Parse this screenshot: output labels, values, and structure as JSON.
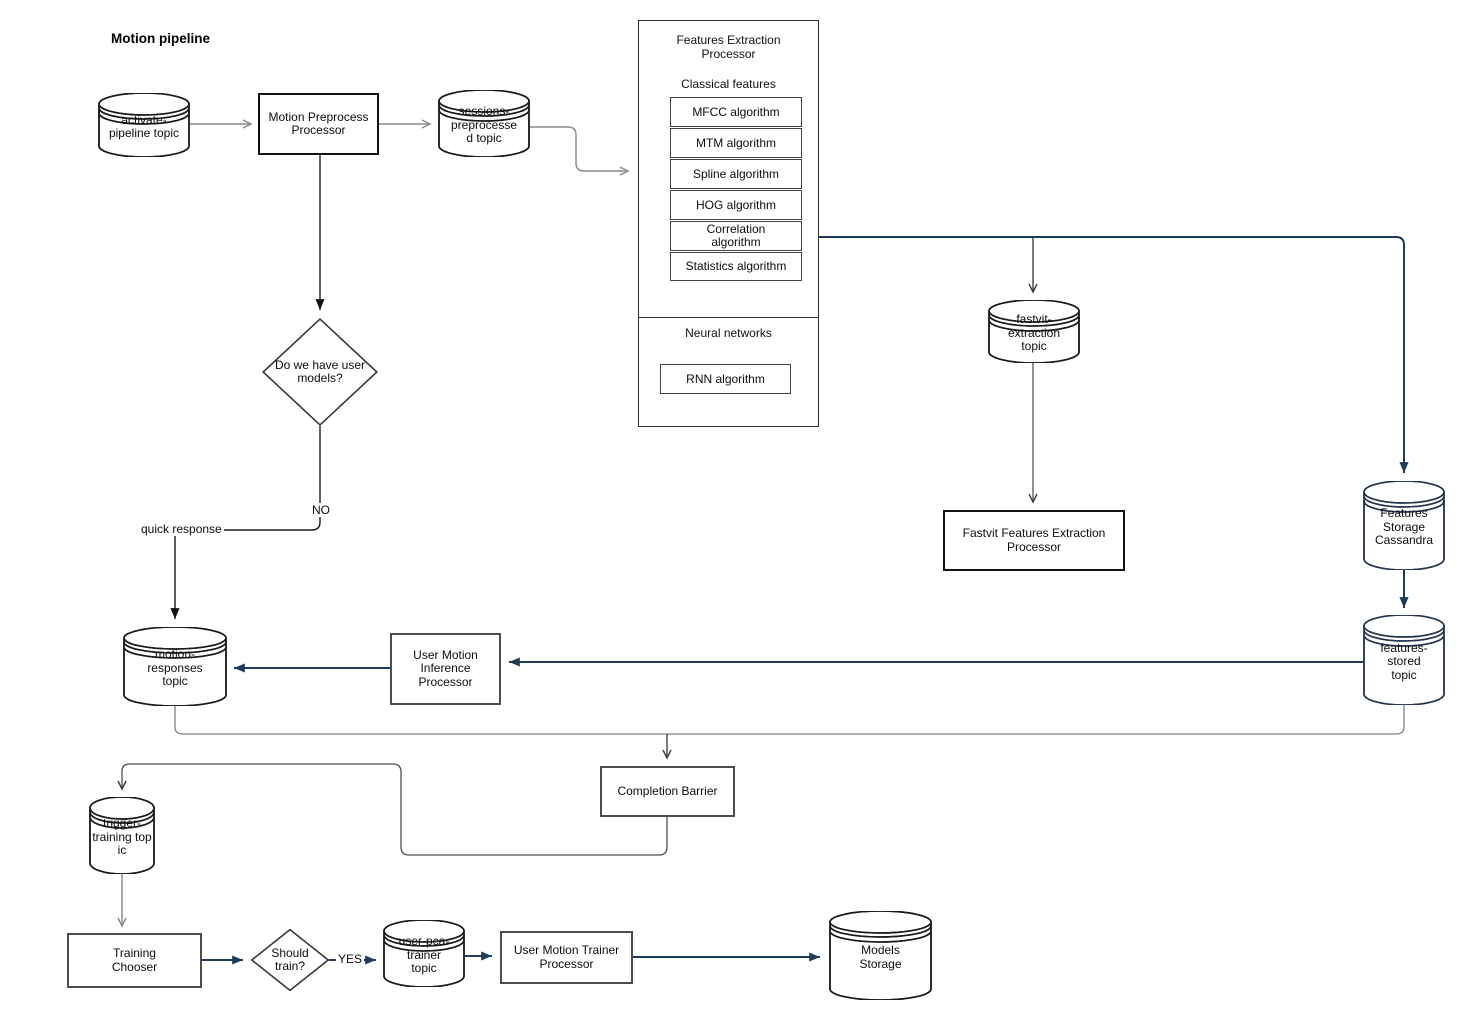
{
  "diagram_title": "Motion pipeline",
  "colors": {
    "background": "#ffffff",
    "navy_arrow": "#1f3b5e",
    "grey_arrow": "#8c8c8c",
    "black_line": "#1a1a1a",
    "node_border": "#4d4d4d",
    "bold_node_border": "#141414",
    "storage_stroke": "#24364f"
  },
  "nodes": {
    "activate_pipeline_topic": {
      "label": "activate-\npipeline topic",
      "shape": "topic-cylinder"
    },
    "motion_preprocess_processor": {
      "label": "Motion Preprocess\nProcessor",
      "shape": "process-rect"
    },
    "sessions_preprocessed_topic": {
      "label": "sessions-\npreprocesse\nd topic",
      "shape": "topic-cylinder"
    },
    "features_extraction_processor": {
      "title": "Features Extraction\nProcessor",
      "classical_section_label": "Classical features",
      "classical_algorithms": [
        "MFCC algorithm",
        "MTM algorithm",
        "Spline algorithm",
        "HOG algorithm",
        "Correlation\nalgorithm",
        "Statistics algorithm"
      ],
      "neural_section_label": "Neural networks",
      "neural_algorithms": [
        "RNN algorithm"
      ]
    },
    "user_models_decision": {
      "label": "Do we have user\nmodels?",
      "shape": "decision-diamond"
    },
    "fastvit_extraction_topic": {
      "label": "fastvit-\nextraction\ntopic",
      "shape": "topic-cylinder"
    },
    "fastvit_features_extraction_processor": {
      "label": "Fastvit Features Extraction\nProcessor",
      "shape": "process-rect"
    },
    "features_storage_cassandra": {
      "label": "Features\nStorage\nCassandra",
      "shape": "storage-cylinder"
    },
    "features_stored_topic": {
      "label": "features-\nstored\ntopic",
      "shape": "topic-cylinder"
    },
    "motion_responses_topic": {
      "label": "motion-\nresponses\ntopic",
      "shape": "topic-cylinder"
    },
    "user_motion_inference_processor": {
      "label": "User Motion\nInference\nProcessor",
      "shape": "process-rect"
    },
    "completion_barrier": {
      "label": "Completion Barrier",
      "shape": "process-rect"
    },
    "trigger_training_topic": {
      "label": "trigger-\ntraining top\nic",
      "shape": "topic-cylinder"
    },
    "training_chooser": {
      "label": "Training\nChooser",
      "shape": "process-rect"
    },
    "should_train_decision": {
      "label": "Should\ntrain?",
      "shape": "decision-diamond"
    },
    "user_pca_trainer_topic": {
      "label": "user-pca-\ntrainer\ntopic",
      "shape": "topic-cylinder"
    },
    "user_motion_trainer_processor": {
      "label": "User Motion Trainer\nProcessor",
      "shape": "process-rect"
    },
    "models_storage": {
      "label": "Models\nStorage",
      "shape": "storage-cylinder"
    }
  },
  "edge_labels": {
    "no": "NO",
    "yes": "YES",
    "quick_response": "quick response"
  }
}
